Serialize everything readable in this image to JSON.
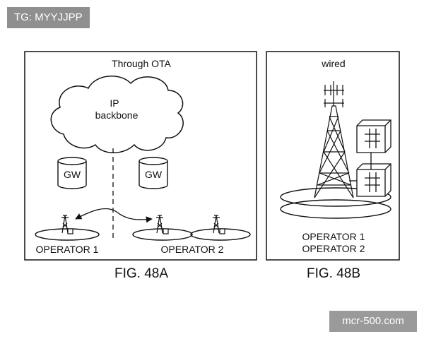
{
  "badge": {
    "text": "TG: MYYJJPP"
  },
  "watermark": {
    "text": "mcr-500.com"
  },
  "fig48a": {
    "title": "Through OTA",
    "cloud_line1": "IP",
    "cloud_line2": "backbone",
    "gw_left": "GW",
    "gw_right": "GW",
    "operator_left": "OPERATOR 1",
    "operator_right": "OPERATOR 2",
    "caption": "FIG. 48A"
  },
  "fig48b": {
    "title": "wired",
    "operator_line1": "OPERATOR 1",
    "operator_line2": "OPERATOR 2",
    "caption": "FIG. 48B"
  },
  "colors": {
    "ink": "#111111",
    "badge_bg": "#8f8f8f",
    "watermark_bg": "#9a9a9a"
  }
}
